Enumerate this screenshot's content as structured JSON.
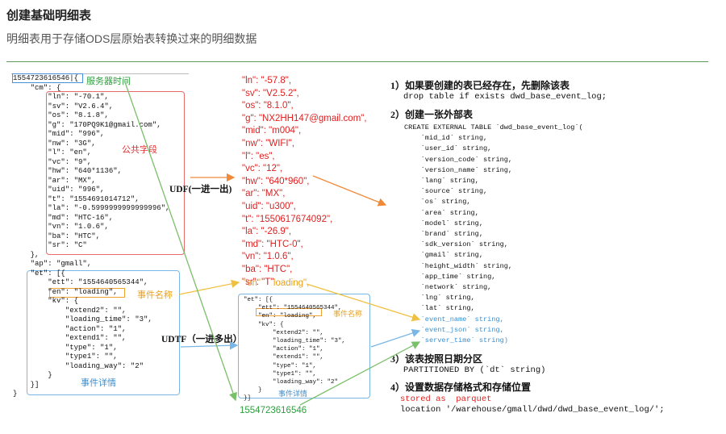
{
  "header": {
    "title": "创建基础明细表",
    "subtitle": "明细表用于存储ODS层原始表转换过来的明细数据"
  },
  "labels": {
    "server_time": "服务器时间",
    "common_fields": "公共字段",
    "event_name": "事件名称",
    "event_detail": "事件详情",
    "udf": "UDF(一进一出)",
    "udtf": "UDTF（一进多出）"
  },
  "left_json": [
    "1554723616546|{",
    "    \"cm\": {",
    "        \"ln\": \"-70.1\",",
    "        \"sv\": \"V2.6.4\",",
    "        \"os\": \"8.1.8\",",
    "        \"g\": \"170PQ9K1@gmail.com\",",
    "        \"mid\": \"996\",",
    "        \"nw\": \"3G\",",
    "        \"l\": \"en\",",
    "        \"vc\": \"9\",",
    "        \"hw\": \"640*1136\",",
    "        \"ar\": \"MX\",",
    "        \"uid\": \"996\",",
    "        \"t\": \"1554691014712\",",
    "        \"la\": \"-0.5999999999999996\",",
    "        \"md\": \"HTC-16\",",
    "        \"vn\": \"1.0.6\",",
    "        \"ba\": \"HTC\",",
    "        \"sr\": \"C\"",
    "    },",
    "    \"ap\": \"gmall\",",
    "    \"et\": [{",
    "        \"ett\": \"1554640565344\",",
    "        \"en\": \"loading\",",
    "        \"kv\": {",
    "            \"extend2\": \"\",",
    "            \"loading_time\": \"3\",",
    "            \"action\": \"1\",",
    "            \"extend1\": \"\",",
    "            \"type\": \"1\",",
    "            \"type1\": \"\",",
    "            \"loading_way\": \"2\"",
    "        }",
    "    }]",
    "}"
  ],
  "middle_parsed": [
    "\"ln\": \"-57.8\",",
    "\"sv\": \"V2.5.2\",",
    "\"os\": \"8.1.0\",",
    "\"g\": \"NX2HH147@gmail.com\",",
    "\"mid\": \"m004\",",
    "\"nw\": \"WIFI\",",
    "\"l\": \"es\",",
    "\"vc\": \"12\",",
    "\"hw\": \"640*960\",",
    "\"ar\": \"MX\",",
    "\"uid\": \"u300\",",
    "\"t\": \"1550617674092\",",
    "\"la\": \"-26.9\",",
    "\"md\": \"HTC-0\",",
    "\"vn\": \"1.0.6\",",
    "\"ba\": \"HTC\",",
    "\"sr\": \"T\""
  ],
  "middle_event_line": "\"en\"     loading\",",
  "middle_events": [
    "\"et\": [{",
    "    \"ett\": \"1554640565344\",",
    "    \"en\": \"loading\",",
    "    \"kv\": {",
    "        \"extend2\": \"\",",
    "        \"loading_time\": \"3\",",
    "        \"action\": \"1\",",
    "        \"extend1\": \"\",",
    "        \"type\": \"1\",",
    "        \"type1\": \"\",",
    "        \"loading_way\": \"2\"",
    "    }",
    "}]"
  ],
  "middle_timestamp": "1554723616546",
  "steps": {
    "s1_title": "1）如果要创建的表已经存在，先删除该表",
    "s1_code": "drop table if exists dwd_base_event_log;",
    "s2_title": "2）创建一张外部表",
    "s2_ddl": [
      "CREATE EXTERNAL TABLE `dwd_base_event_log`(",
      "    `mid_id` string,",
      "    `user_id` string,",
      "    `version_code` string,",
      "    `version_name` string,",
      "    `lang` string,",
      "    `source` string,",
      "    `os` string,",
      "    `area` string,",
      "    `model` string,",
      "    `brand` string,",
      "    `sdk_version` string,",
      "    `gmail` string,",
      "    `height_width` string,",
      "    `app_time` string,",
      "    `network` string,",
      "    `lng` string,",
      "    `lat` string,"
    ],
    "s2_ddl_event": [
      "    `event_name` string,",
      "    `event_json` string,",
      "    `server_time` string)"
    ],
    "s3_title": "3）该表按照日期分区",
    "s3_code": "PARTITIONED BY (`dt` string)",
    "s4_title": "4）设置数据存储格式和存储位置",
    "s4_stored": "stored as  parquet",
    "s4_location": "location '/warehouse/gmall/dwd/dwd_base_event_log/';"
  },
  "colors": {
    "common": "#e86a6a",
    "event": "#7ab7e6",
    "event_name": "#f0a030",
    "server_time": "#2e9e3e",
    "udf_arrow": "#f08a3a"
  }
}
